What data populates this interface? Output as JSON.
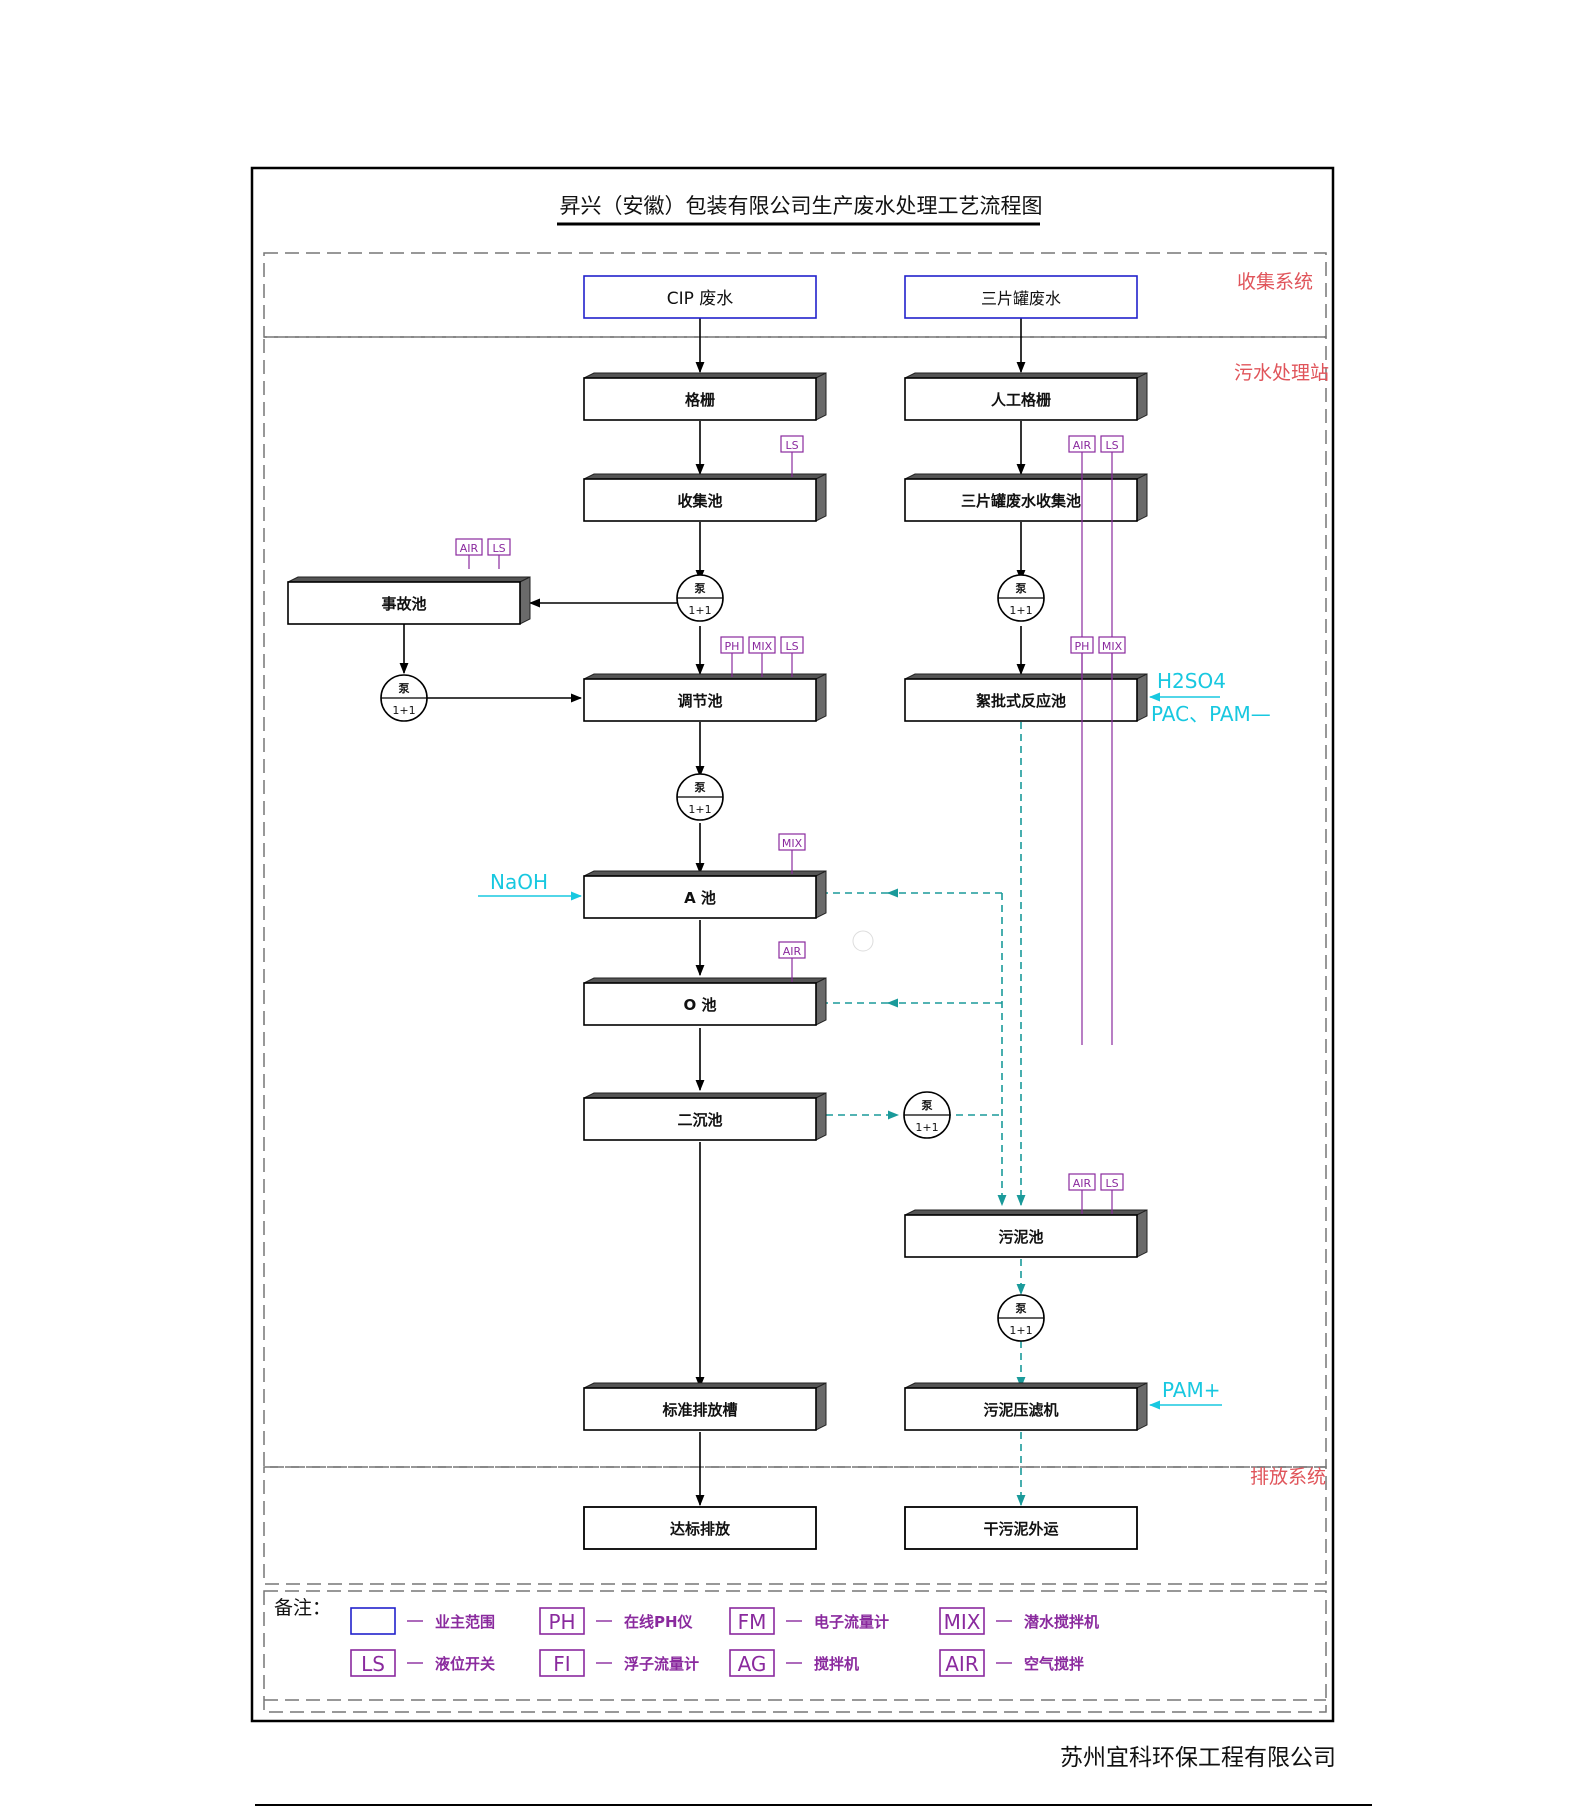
{
  "title": "昇兴（安徽）包装有限公司生产废水处理工艺流程图",
  "zones": {
    "collection": "收集系统",
    "treatment": "污水处理站",
    "discharge": "排放系统"
  },
  "units": {
    "cip_wastewater": "CIP 废水",
    "can_wastewater": "三片罐废水",
    "screen": "格栅",
    "manual_screen": "人工格栅",
    "collection_tank": "收集池",
    "can_collection_tank": "三片罐废水收集池",
    "accident_tank": "事故池",
    "equalization_tank": "调节池",
    "batch_reaction_tank": "絮批式反应池",
    "a_tank": "A 池",
    "o_tank": "O 池",
    "secondary_clarifier": "二沉池",
    "sludge_tank": "污泥池",
    "standard_discharge_tank": "标准排放槽",
    "sludge_filter_press": "污泥压滤机",
    "compliant_discharge": "达标排放",
    "dry_sludge_out": "干污泥外运"
  },
  "pumps": {
    "label": "泵",
    "spec": "1+1"
  },
  "chemicals": {
    "h2so4": "H2SO4",
    "pac_pam": "PAC、PAM—",
    "naoh": "NaOH",
    "pam_plus": "PAM+"
  },
  "tags": {
    "LS": "LS",
    "AIR": "AIR",
    "PH": "PH",
    "MIX": "MIX"
  },
  "legend": {
    "heading": "备注：",
    "items": [
      {
        "symbol": "",
        "desc": "业主范围",
        "color": "#2222cc"
      },
      {
        "symbol": "PH",
        "desc": "在线PH仪",
        "color": "#8a2a9e"
      },
      {
        "symbol": "FM",
        "desc": "电子流量计",
        "color": "#8a2a9e"
      },
      {
        "symbol": "MIX",
        "desc": "潜水搅拌机",
        "color": "#8a2a9e"
      },
      {
        "symbol": "LS",
        "desc": "液位开关",
        "color": "#8a2a9e"
      },
      {
        "symbol": "FI",
        "desc": "浮子流量计",
        "color": "#8a2a9e"
      },
      {
        "symbol": "AG",
        "desc": "搅拌机",
        "color": "#8a2a9e"
      },
      {
        "symbol": "AIR",
        "desc": "空气搅拌",
        "color": "#8a2a9e"
      }
    ]
  },
  "footer": {
    "company": "苏州宜科环保工程有限公司"
  },
  "colors": {
    "zone_label": "#e0545a",
    "chemical": "#18c8e0",
    "sludge_line": "#1a9a9a",
    "tag": "#8a2a9e",
    "owner_box": "#2222cc"
  }
}
